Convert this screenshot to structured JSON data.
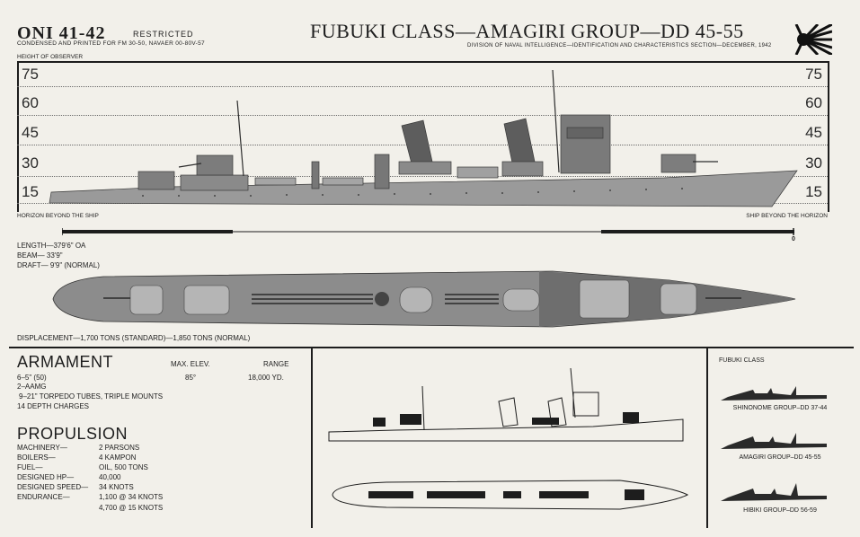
{
  "header": {
    "oni_number": "ONI 41-42",
    "classification": "RESTRICTED",
    "subtitle": "CONDENSED AND PRINTED FOR FM 30-50, NAVAER 00-80V-57",
    "title": "FUBUKI CLASS—AMAGIRI GROUP—DD 45-55",
    "division": "DIVISION OF NAVAL INTELLIGENCE—IDENTIFICATION AND CHARACTERISTICS SECTION—DECEMBER, 1942",
    "flag_icon": "rising-sun-flag-icon"
  },
  "profile_view": {
    "height_label": "HEIGHT OF OBSERVER",
    "heights": [
      "75",
      "60",
      "45",
      "30",
      "15"
    ],
    "horizon_left": "HORIZON BEYOND THE SHIP",
    "horizon_right": "SHIP BEYOND THE HORIZON",
    "scale_zero": "0"
  },
  "dimensions": {
    "length": "LENGTH—379'6\" OA",
    "beam": "BEAM— 33'9\"",
    "draft": "DRAFT— 9'9\" (NORMAL)"
  },
  "displacement": "DISPLACEMENT—1,700 TONS (STANDARD)—1,850 TONS (NORMAL)",
  "armament": {
    "heading": "ARMAMENT",
    "col_elev": "MAX. ELEV.",
    "col_range": "RANGE",
    "guns": "6–5\" (50)",
    "guns_elev": "85°",
    "guns_range": "18,000 YD.",
    "aa": "2–AAMG",
    "torpedoes": "9–21\" TORPEDO TUBES, TRIPLE MOUNTS",
    "depth_charges": "14 DEPTH CHARGES"
  },
  "propulsion": {
    "heading": "PROPULSION",
    "rows": [
      {
        "label": "MACHINERY—",
        "value": "2 PARSONS"
      },
      {
        "label": "BOILERS—",
        "value": "4 KAMPON"
      },
      {
        "label": "FUEL—",
        "value": "OIL, 500 TONS"
      },
      {
        "label": "DESIGNED HP—",
        "value": "40,000"
      },
      {
        "label": "DESIGNED SPEED—",
        "value": "34 KNOTS"
      },
      {
        "label": "ENDURANCE—",
        "value": "1,100 @ 34 KNOTS"
      },
      {
        "label": "",
        "value": "4,700 @ 15 KNOTS"
      }
    ]
  },
  "class_panel": {
    "heading": "FUBUKI CLASS",
    "groups": [
      "SHINONOME GROUP–DD 37-44",
      "AMAGIRI GROUP–DD 45-55",
      "HIBIKI GROUP–DD 56-59"
    ]
  }
}
